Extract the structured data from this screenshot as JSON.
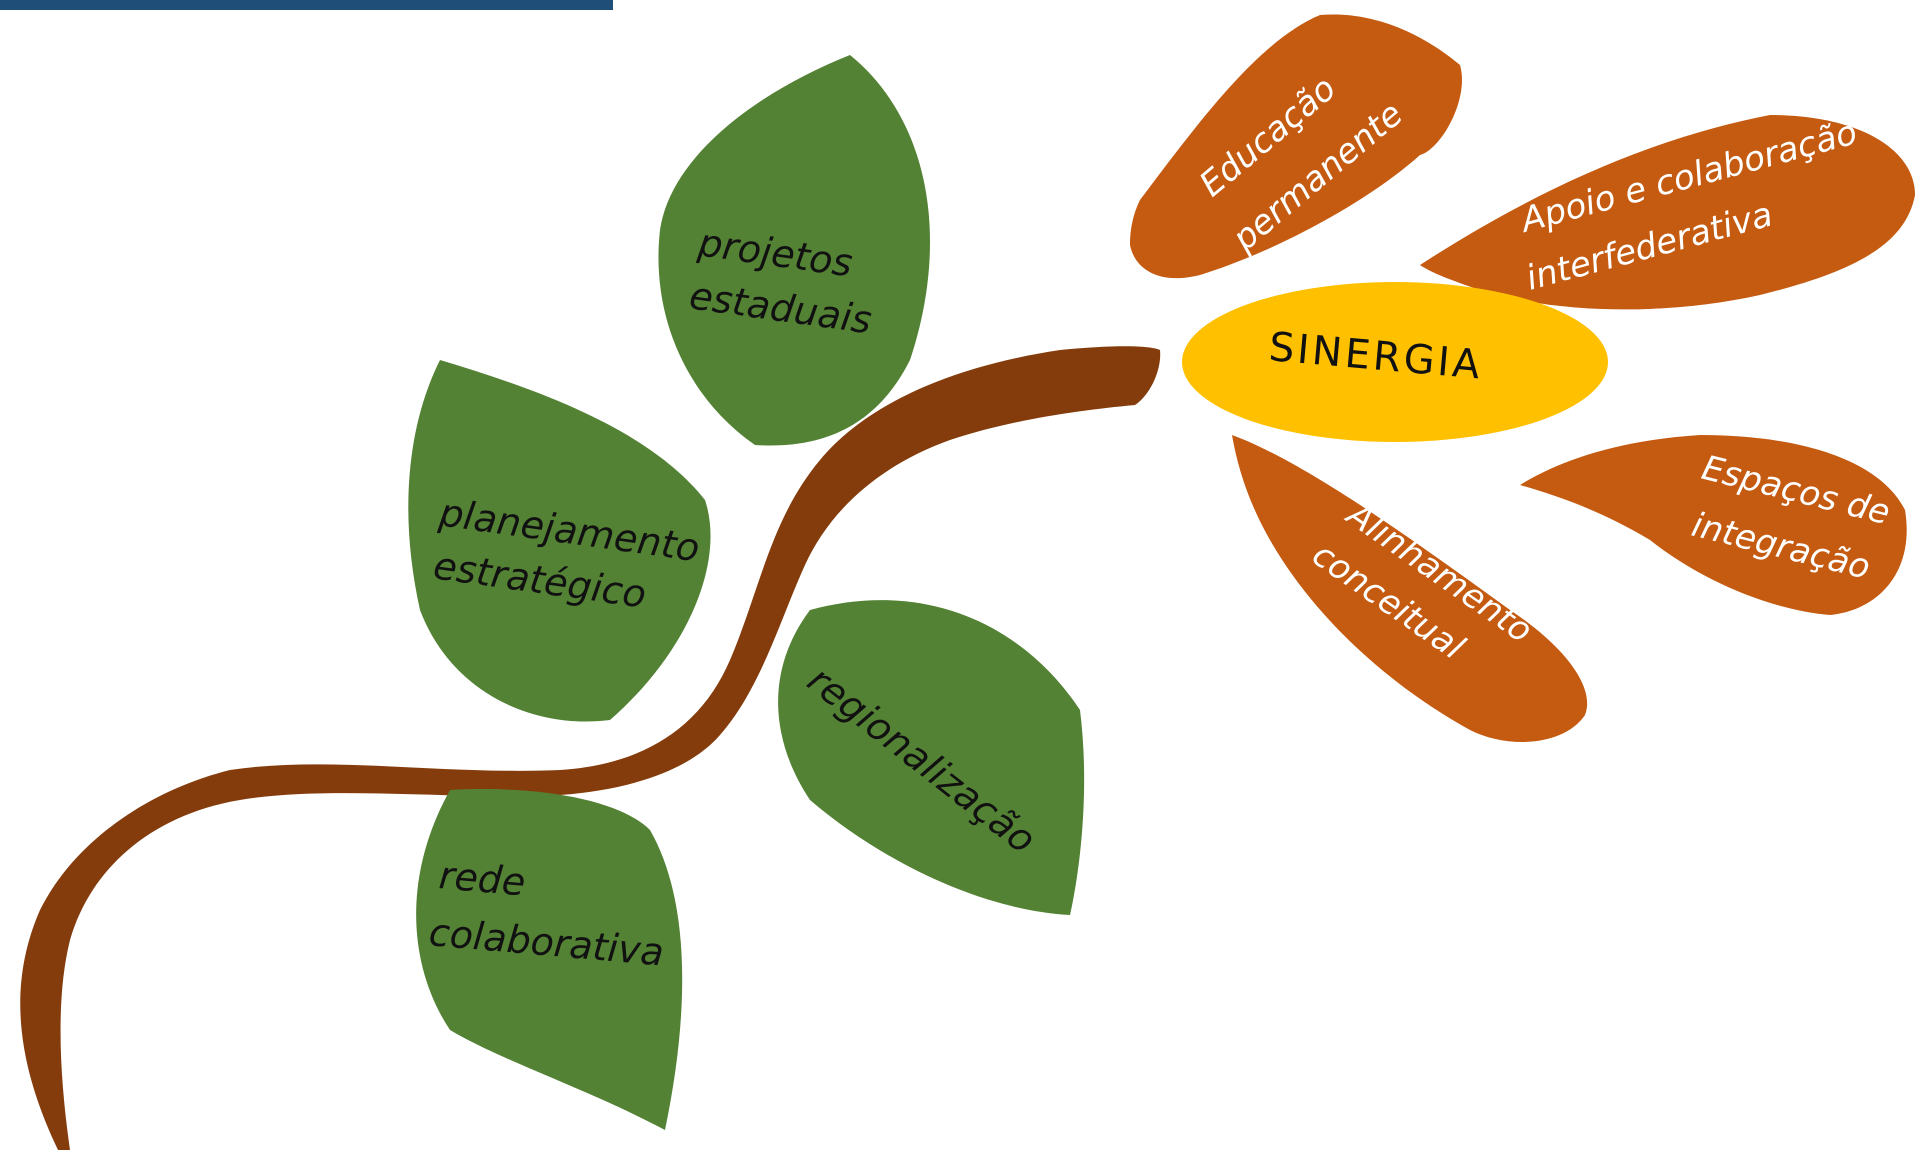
{
  "colors": {
    "top_bar": "#1f4e79",
    "leaf": "#548235",
    "stem": "#843c0c",
    "petal": "#c55a11",
    "center": "#ffc000"
  },
  "center": {
    "label": "SINERGIA"
  },
  "leaves": [
    {
      "line1": "projetos",
      "line2": "estaduais"
    },
    {
      "line1": "planejamento",
      "line2": "estratégico"
    },
    {
      "line1": "regionalização",
      "line2": ""
    },
    {
      "line1": "rede",
      "line2": "colaborativa"
    }
  ],
  "petals": [
    {
      "line1": "Educação",
      "line2": "permanente"
    },
    {
      "line1": "Apoio e colaboração",
      "line2": "interfederativa"
    },
    {
      "line1": "Espaços de",
      "line2": "integração"
    },
    {
      "line1": "Alinhamento",
      "line2": "conceitual"
    }
  ]
}
